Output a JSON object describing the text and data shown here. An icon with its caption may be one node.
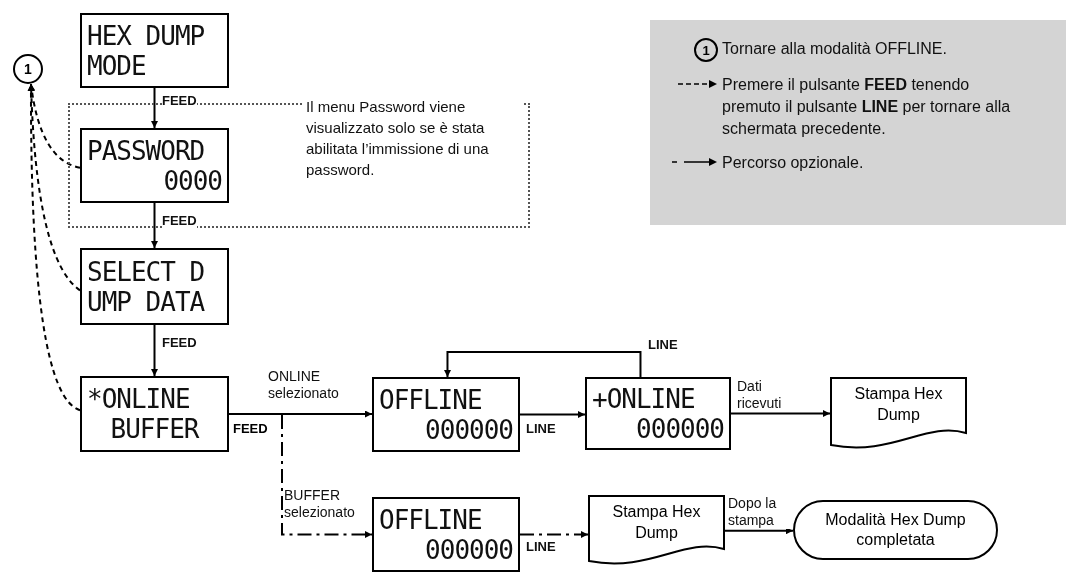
{
  "diagram": {
    "nodes": [
      {
        "text": [
          "1"
        ]
      },
      {
        "text": [
          "HEX DUMP",
          "MODE"
        ]
      },
      {
        "text": [
          "Il menu Password viene visualizzato solo se è stata abilitata l’immissione di una password."
        ]
      },
      {
        "text": [
          "PASSWORD",
          "0000"
        ],
        "in": 2
      },
      {
        "text": [
          "SELECT D",
          "UMP DATA"
        ]
      },
      {
        "text": [
          "*ONLINE",
          "BUFFER"
        ]
      },
      {
        "text": [
          "OFFLINE",
          "000000"
        ]
      },
      {
        "text": [
          "+ONLINE",
          "000000"
        ]
      },
      {
        "text": [
          "Stampa Hex Dump"
        ]
      },
      {
        "text": [
          "OFFLINE",
          "000000"
        ]
      },
      {
        "text": [
          "Stampa Hex Dump"
        ]
      },
      {
        "text": [
          "Modalità Hex Dump completata"
        ]
      }
    ],
    "edges": [
      {
        "from": 1,
        "to": 3,
        "arrow": "to",
        "label": "FEED"
      },
      {
        "from": 3,
        "to": 4,
        "arrow": "to",
        "label": "FEED"
      },
      {
        "from": 4,
        "to": 5,
        "arrow": "to",
        "label": "FEED"
      },
      {
        "from": 5,
        "to": 6,
        "arrow": "to",
        "label": "ONLINE selezionato"
      },
      {
        "from": 5,
        "to": 9,
        "arrow": "to",
        "label": "BUFFER selezionato",
        "style": "dashed"
      },
      {
        "from": 6,
        "to": 7,
        "arrow": "to",
        "label": "LINE"
      },
      {
        "from": 7,
        "to": 6,
        "arrow": "to",
        "label": "LINE"
      },
      {
        "from": 7,
        "to": 8,
        "arrow": "to",
        "label": "Dati ricevuti"
      },
      {
        "from": 9,
        "to": 10,
        "arrow": "to",
        "label": "LINE",
        "style": "dashed"
      },
      {
        "from": 10,
        "to": 11,
        "arrow": "to",
        "label": "Dopo la stampa"
      },
      {
        "from": 3,
        "to": 0,
        "arrow": "to",
        "style": "dashed"
      },
      {
        "from": 4,
        "to": 0,
        "arrow": "to",
        "style": "dashed"
      },
      {
        "from": 5,
        "to": 0,
        "arrow": "to",
        "style": "dashed"
      }
    ],
    "labels": [
      "FEED",
      "1"
    ],
    "legend": [
      {
        "text": "Tornare alla modalità OFFLINE."
      },
      {
        "text": "Premere il pulsante **FEED** tenendo premuto il pulsante **LINE** per tornare alla schermata precedente."
      },
      {
        "text": "Percorso opzionale."
      }
    ]
  }
}
